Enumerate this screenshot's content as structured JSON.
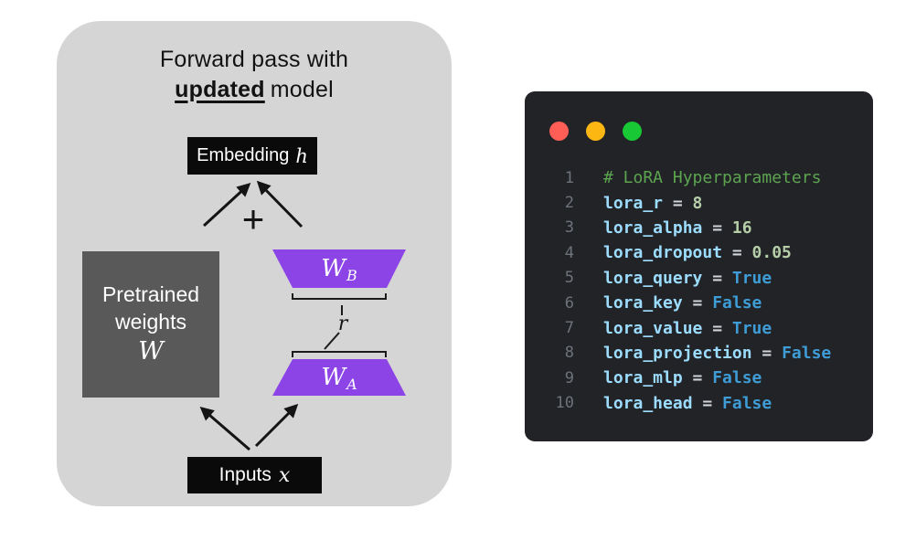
{
  "diagram": {
    "title": {
      "prefix": "Forward pass with",
      "emphasis": "updated",
      "suffix": "model"
    },
    "embedding_label": "Embedding",
    "embedding_var": "h",
    "plus": "+",
    "pretrained": {
      "line1": "Pretrained",
      "line2": "weights",
      "symbol": "W"
    },
    "lora_b": {
      "symbol": "W",
      "sub": "B"
    },
    "lora_a": {
      "symbol": "W",
      "sub": "A"
    },
    "rank_label": "r",
    "inputs_label": "Inputs",
    "inputs_var": "x"
  },
  "code_window": {
    "lines": [
      {
        "number": "1",
        "comment": "# LoRA Hyperparameters"
      },
      {
        "number": "2",
        "name": "lora_r",
        "op": "=",
        "value": "8"
      },
      {
        "number": "3",
        "name": "lora_alpha",
        "op": "=",
        "value": "16"
      },
      {
        "number": "4",
        "name": "lora_dropout",
        "op": "=",
        "value": "0.05"
      },
      {
        "number": "5",
        "name": "lora_query",
        "op": "=",
        "value": "True"
      },
      {
        "number": "6",
        "name": "lora_key",
        "op": "=",
        "value": "False"
      },
      {
        "number": "7",
        "name": "lora_value",
        "op": "=",
        "value": "True"
      },
      {
        "number": "8",
        "name": "lora_projection",
        "op": "=",
        "value": "False"
      },
      {
        "number": "9",
        "name": "lora_mlp",
        "op": "=",
        "value": "False"
      },
      {
        "number": "10",
        "name": "lora_head",
        "op": "=",
        "value": "False"
      }
    ]
  },
  "colors": {
    "panel_bg": "#d5d5d6",
    "pretrained_box": "#595959",
    "lora_purple": "#8d44e6",
    "black_box": "#0a0a0a",
    "window_bg": "#212327",
    "traffic_red": "#ff5e56",
    "traffic_yellow": "#fdb713",
    "traffic_green": "#19c835",
    "comment_green": "#5da450",
    "variable_blue": "#9cdcfe",
    "boolean_blue": "#3e9cd6",
    "number_green": "#b5cea8",
    "operator_gray": "#d0d4d8",
    "line_number_gray": "#6e737b"
  }
}
